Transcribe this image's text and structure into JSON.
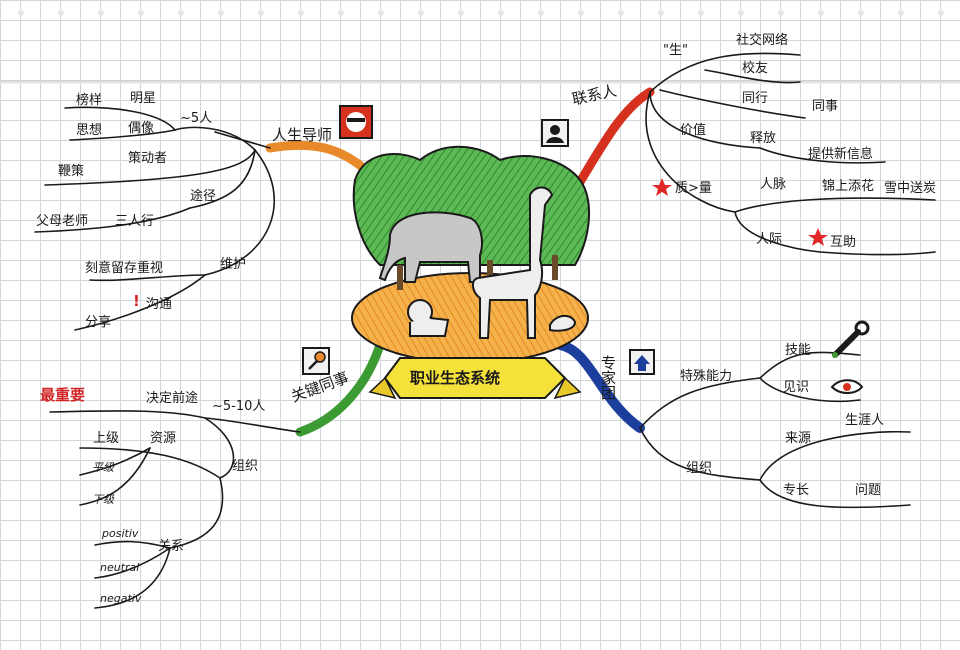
{
  "center": {
    "title": "职业生态系统"
  },
  "branches": {
    "mentor": {
      "title": "人生导师",
      "count": "~5人",
      "groups": [
        {
          "label": "榜样",
          "children": [
            "明星"
          ]
        },
        {
          "label": "思想",
          "children": [
            "偶像"
          ]
        },
        {
          "label": "鞭策",
          "children": [
            "策动者"
          ]
        },
        {
          "label": "途径",
          "children": [
            "父母老师",
            "三人行"
          ]
        },
        {
          "label": "维护",
          "children": [
            "刻意留存重视",
            "分享",
            "沟通"
          ]
        }
      ]
    },
    "contacts": {
      "title": "联系人",
      "groups": [
        {
          "label": "\"生\"",
          "children": [
            "社交网络",
            "校友",
            "同行",
            "同事"
          ]
        },
        {
          "label": "价值",
          "children": [
            "释放",
            "提供新信息"
          ]
        },
        {
          "label": "质>量",
          "children": [
            "人脉",
            "锦上添花",
            "人际",
            "互助",
            "雪中送炭"
          ]
        }
      ]
    },
    "colleagues": {
      "title": "关键同事",
      "count": "~5-10人",
      "groups": [
        {
          "label": "最重要",
          "children": []
        },
        {
          "label": "决定前途",
          "children": []
        },
        {
          "label": "组织",
          "children": [
            "资源",
            "上级",
            "平级",
            "下级"
          ]
        },
        {
          "label": "关系",
          "children": [
            "positiv",
            "neutral",
            "negativ"
          ]
        }
      ]
    },
    "experts": {
      "title": "专家团",
      "groups": [
        {
          "label": "特殊能力",
          "children": [
            "技能",
            "见识"
          ]
        },
        {
          "label": "组织",
          "children": [
            "来源",
            "生涯人",
            "专长",
            "问题"
          ]
        }
      ]
    }
  },
  "colors": {
    "mentor_branch": "#e8892a",
    "contacts_branch": "#d6311f",
    "colleagues_branch": "#3c9a32",
    "experts_branch": "#1c3f9e",
    "trees": "#49a845",
    "ground": "#f0a83c",
    "banner": "#f4e13a",
    "ink": "#1a1a1a",
    "star": "#e02828"
  },
  "icons": [
    "mask-icon",
    "contact-icon",
    "key-icon",
    "house-icon",
    "wrench-icon",
    "eye-icon",
    "star-icon",
    "exclamation-icon"
  ]
}
